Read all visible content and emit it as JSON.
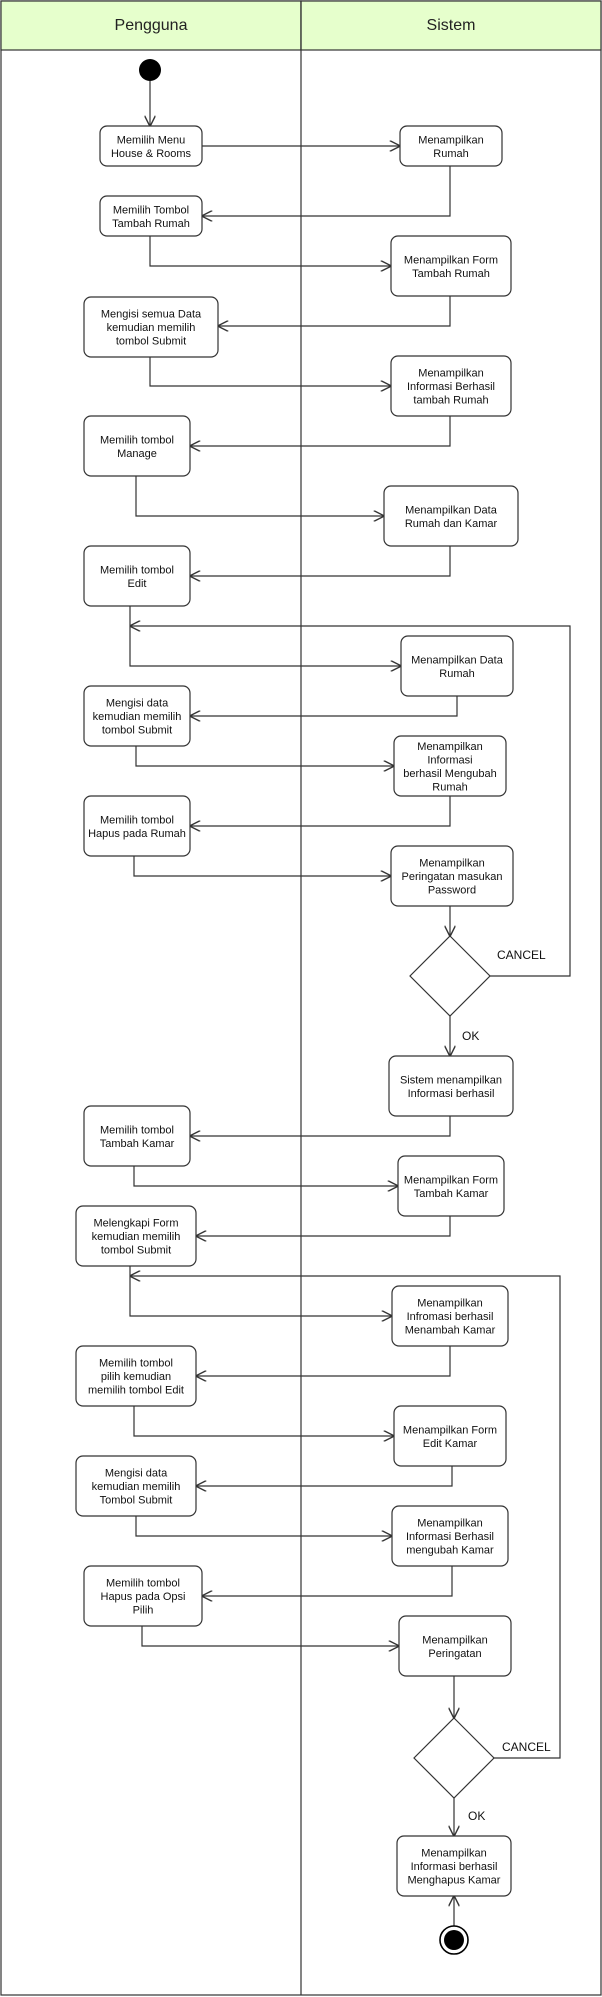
{
  "colors": {
    "header_fill": "#e6ffcc",
    "line": "#333333",
    "node_fill": "#ffffff",
    "text": "#111111"
  },
  "lanes": [
    {
      "id": "pengguna",
      "title": "Pengguna"
    },
    {
      "id": "sistem",
      "title": "Sistem"
    }
  ],
  "nodes": [
    {
      "id": "n1",
      "lane": "pengguna",
      "label": "Memilih Menu House & Rooms"
    },
    {
      "id": "n2",
      "lane": "sistem",
      "label": "Menampilkan Rumah"
    },
    {
      "id": "n3",
      "lane": "pengguna",
      "label": "Memilih Tombol Tambah Rumah"
    },
    {
      "id": "n4",
      "lane": "sistem",
      "label": "Menampilkan Form Tambah Rumah"
    },
    {
      "id": "n5",
      "lane": "pengguna",
      "label": "Mengisi semua Data kemudian memilih tombol Submit"
    },
    {
      "id": "n6",
      "lane": "sistem",
      "label": "Menampilkan Informasi Berhasil tambah Rumah"
    },
    {
      "id": "n7",
      "lane": "pengguna",
      "label": "Memilih tombol Manage"
    },
    {
      "id": "n8",
      "lane": "sistem",
      "label": "Menampilkan Data Rumah dan Kamar"
    },
    {
      "id": "n9",
      "lane": "pengguna",
      "label": "Memilih tombol Edit"
    },
    {
      "id": "n10",
      "lane": "sistem",
      "label": "Menampilkan Data Rumah"
    },
    {
      "id": "n11",
      "lane": "pengguna",
      "label": "Mengisi data kemudian memilih tombol Submit"
    },
    {
      "id": "n12",
      "lane": "sistem",
      "label": "Menampilkan Informasi berhasil Mengubah Rumah"
    },
    {
      "id": "n13",
      "lane": "pengguna",
      "label": "Memilih tombol Hapus pada Rumah"
    },
    {
      "id": "n14",
      "lane": "sistem",
      "label": "Menampilkan Peringatan masukan Password"
    },
    {
      "id": "n15",
      "lane": "sistem",
      "label": "Sistem menampilkan Informasi berhasil"
    },
    {
      "id": "n16",
      "lane": "pengguna",
      "label": "Memilih tombol Tambah Kamar"
    },
    {
      "id": "n17",
      "lane": "sistem",
      "label": "Menampilkan Form Tambah Kamar"
    },
    {
      "id": "n18",
      "lane": "pengguna",
      "label": "Melengkapi Form kemudian memilih tombol Submit"
    },
    {
      "id": "n19",
      "lane": "sistem",
      "label": "Menampilkan Infromasi berhasil Menambah Kamar"
    },
    {
      "id": "n20",
      "lane": "pengguna",
      "label": "Memilih tombol pilih kemudian memilih tombol Edit"
    },
    {
      "id": "n21",
      "lane": "sistem",
      "label": "Menampilkan Form Edit Kamar"
    },
    {
      "id": "n22",
      "lane": "pengguna",
      "label": "Mengisi data kemudian memilih Tombol Submit"
    },
    {
      "id": "n23",
      "lane": "sistem",
      "label": "Menampilkan Informasi Berhasil mengubah Kamar"
    },
    {
      "id": "n24",
      "lane": "pengguna",
      "label": "Memilih tombol Hapus pada Opsi Pilih"
    },
    {
      "id": "n25",
      "lane": "sistem",
      "label": "Menampilkan Peringatan"
    },
    {
      "id": "n26",
      "lane": "sistem",
      "label": "Menampilkan Informasi berhasil Menghapus Kamar"
    }
  ],
  "decisions": [
    {
      "id": "d1",
      "lane": "sistem",
      "cancel_label": "CANCEL",
      "ok_label": "OK"
    },
    {
      "id": "d2",
      "lane": "sistem",
      "cancel_label": "CANCEL",
      "ok_label": "OK"
    }
  ],
  "start_node": {
    "lane": "pengguna"
  },
  "end_node": {
    "lane": "sistem"
  }
}
